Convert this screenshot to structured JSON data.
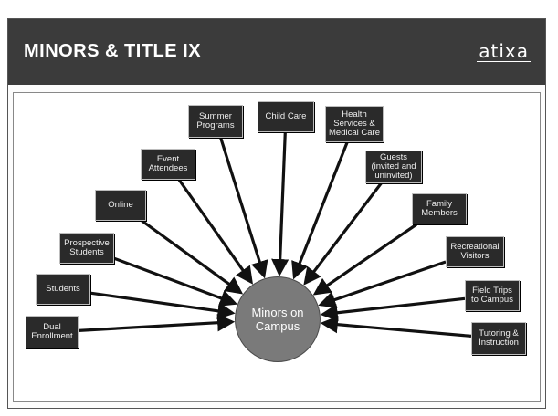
{
  "header": {
    "title": "MINORS & TITLE IX",
    "logo": "atixa"
  },
  "diagram": {
    "hub": "Minors on Campus",
    "nodes": [
      "Dual Enrollment",
      "Students",
      "Prospective Students",
      "Online",
      "Event Attendees",
      "Summer Programs",
      "Child Care",
      "Health Services & Medical Care",
      "Guests (invited and uninvited)",
      "Family Members",
      "Recreational Visitors",
      "Field Trips to Campus",
      "Tutoring & Instruction"
    ]
  }
}
